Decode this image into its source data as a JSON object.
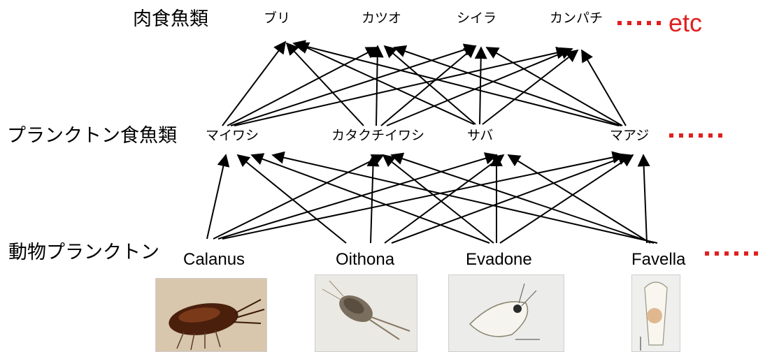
{
  "tiers": {
    "carnivore": "肉食魚類",
    "planktivore": "プランクトン食魚類",
    "zooplankton": "動物プランクトン"
  },
  "carnivores": [
    "ブリ",
    "カツオ",
    "シイラ",
    "カンパチ"
  ],
  "planktivores": [
    "マイワシ",
    "カタクチイワシ",
    "サバ",
    "マアジ"
  ],
  "zooplankton": [
    "Calanus",
    "Oithona",
    "Evadone",
    "Favella"
  ],
  "etc_label": "etc",
  "accent_color": "#e02020"
}
